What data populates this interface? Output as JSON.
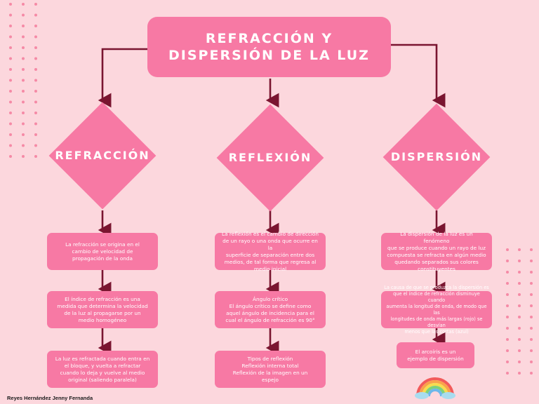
{
  "title": "REFRACCIÓN Y\nDISPERSIÓN DE LA LUZ",
  "branches": [
    {
      "label": "REFRACCIÓN",
      "boxes": [
        "La refracción se origina en el\ncambio de velocidad de\npropagación de la onda",
        "El índice de refracción es una\nmedida que determina la velocidad\nde la luz al propagarse por un\nmedio homogéneo",
        "La luz es refractada cuando entra en\nel bloque, y vuelta a refractar\ncuando lo deja y vuelve al medio\noriginal (saliendo paralela)"
      ]
    },
    {
      "label": "REFLEXIÓN",
      "boxes": [
        "La reflexión es el cambio de dirección\nde un rayo o una onda que ocurre en la\nsuperficie de separación entre dos\nmedios, de tal forma que regresa al\nmedio inicial",
        "Ángulo crítico\nEl ángulo crítico se define como\naquel ángulo de incidencia para el\ncual el ángulo de refracción es 90°",
        "Tipos de reflexión\nReflexión interna total\nReflexión de la imagen en un\nespejo"
      ]
    },
    {
      "label": "DISPERSIÓN",
      "boxes": [
        "La dispersión de la luz es un fenómeno\nque se produce cuando un rayo de luz\ncompuesta se refracta en algún medio\nquedando separados sus colores\nconstituyentes",
        "La causa de que se produzca la dispersión es\nque el índice de refracción disminuye cuando\naumenta la longitud de onda, de modo que las\nlongitudes de onda más largas (rojo) se desvían\nmenos que las cortas (azul)",
        "El arcoíris es un\nejemplo de dispersión"
      ]
    }
  ],
  "author": "Reyes Hernández Jenny Fernanda",
  "colors": {
    "background": "#fcd7dd",
    "box": "#f779a4",
    "connector": "#7a1530",
    "dots": "#f58aa6"
  },
  "decor": {
    "rainbow": "rainbow-icon"
  }
}
